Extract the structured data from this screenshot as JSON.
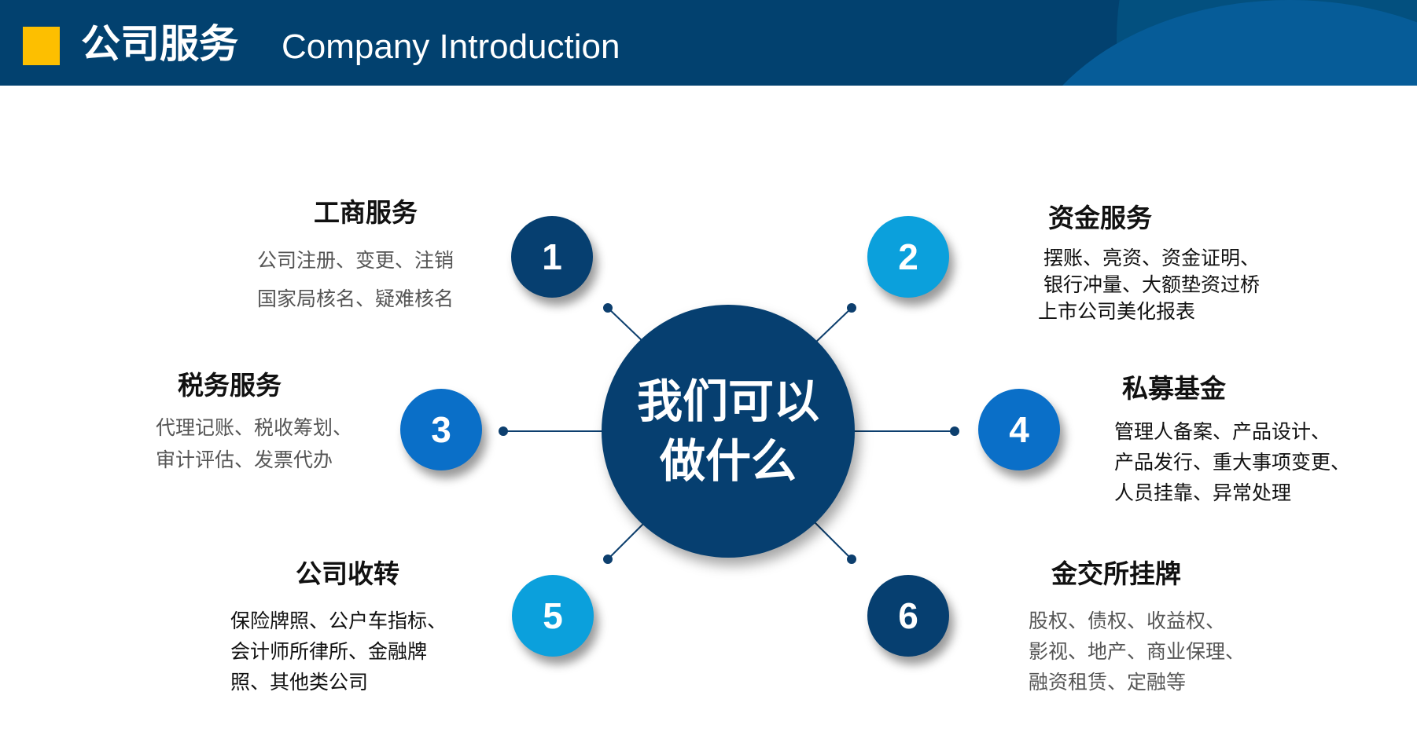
{
  "header": {
    "title_cn": "公司服务",
    "title_en": "Company Introduction"
  },
  "center": {
    "line1": "我们可以",
    "line2": "做什么"
  },
  "colors": {
    "navy": "#063f70",
    "light_blue": "#0ba0dc",
    "mid_blue": "#0a6fc8",
    "accent": "#fdbf00"
  },
  "services": [
    {
      "num": "1",
      "title": "工商服务",
      "lines": [
        "公司注册、变更、注销",
        "国家局核名、疑难核名"
      ]
    },
    {
      "num": "2",
      "title": "资金服务",
      "lines": [
        "摆账、亮资、资金证明、",
        "银行冲量、大额垫资过桥",
        "上市公司美化报表"
      ]
    },
    {
      "num": "3",
      "title": "税务服务",
      "lines": [
        "代理记账、税收筹划、",
        "审计评估、发票代办"
      ]
    },
    {
      "num": "4",
      "title": "私募基金",
      "lines": [
        "管理人备案、产品设计、",
        "产品发行、重大事项变更、",
        "人员挂靠、异常处理"
      ]
    },
    {
      "num": "5",
      "title": "公司收转",
      "lines": [
        "保险牌照、公户车指标、",
        "会计师所律所、金融牌",
        "照、其他类公司"
      ]
    },
    {
      "num": "6",
      "title": "金交所挂牌",
      "lines": [
        "股权、债权、收益权、",
        "影视、地产、商业保理、",
        "融资租赁、定融等"
      ]
    }
  ]
}
